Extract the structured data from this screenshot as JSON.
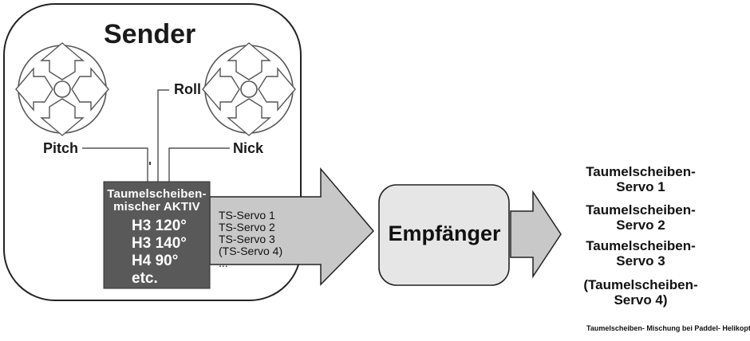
{
  "sender": {
    "title": "Sender",
    "labels": {
      "roll": "Roll",
      "pitch": "Pitch",
      "nick": "Nick"
    }
  },
  "mixer": {
    "title_line1": "Taumelscheiben-",
    "title_line2": "mischer AKTIV",
    "modes": [
      "H3 120°",
      "H3 140°",
      "H4  90°",
      "etc."
    ]
  },
  "signals": [
    "TS-Servo 1",
    "TS-Servo 2",
    "TS-Servo 3",
    "(TS-Servo 4)",
    "..."
  ],
  "receiver": {
    "label": "Empfänger"
  },
  "outputs": [
    {
      "line1": "Taumelscheiben-",
      "line2": "Servo 1"
    },
    {
      "line1": "Taumelscheiben-",
      "line2": "Servo 2"
    },
    {
      "line1": "Taumelscheiben-",
      "line2": "Servo 3"
    },
    {
      "line1": "(Taumelscheiben-",
      "line2": "Servo 4)"
    }
  ],
  "caption": "Taumelscheiben- Mischung bei Paddel- Helikoptern",
  "colors": {
    "mixer_fill": "#595959",
    "arrow_fill": "#c8c8c8",
    "receiver_fill": "#e6e6e6",
    "outline": "#222222"
  },
  "icons": [
    "left-stick-cross-icon",
    "right-stick-cross-icon"
  ]
}
